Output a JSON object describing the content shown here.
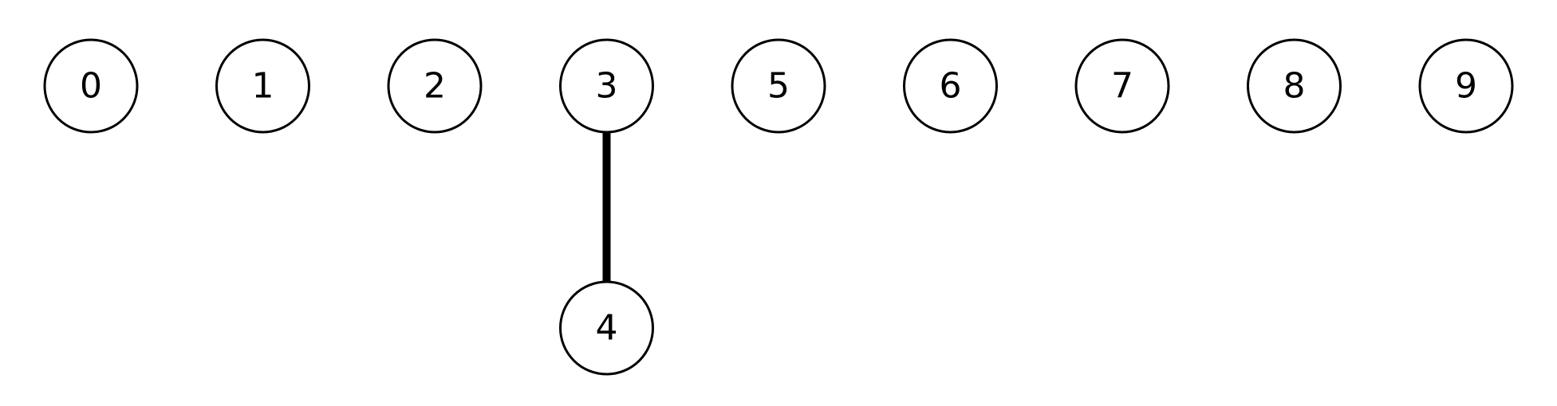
{
  "diagram": {
    "type": "tree-forest",
    "nodes": [
      {
        "id": "0",
        "label": "0",
        "level": 0
      },
      {
        "id": "1",
        "label": "1",
        "level": 0
      },
      {
        "id": "2",
        "label": "2",
        "level": 0
      },
      {
        "id": "3",
        "label": "3",
        "level": 0
      },
      {
        "id": "5",
        "label": "5",
        "level": 0
      },
      {
        "id": "6",
        "label": "6",
        "level": 0
      },
      {
        "id": "7",
        "label": "7",
        "level": 0
      },
      {
        "id": "8",
        "label": "8",
        "level": 0
      },
      {
        "id": "9",
        "label": "9",
        "level": 0
      },
      {
        "id": "4",
        "label": "4",
        "level": 1,
        "parent": "3"
      }
    ],
    "edges": [
      {
        "from": "3",
        "to": "4"
      }
    ],
    "colors": {
      "stroke": "#000000",
      "fill": "#ffffff",
      "text": "#000000"
    }
  }
}
